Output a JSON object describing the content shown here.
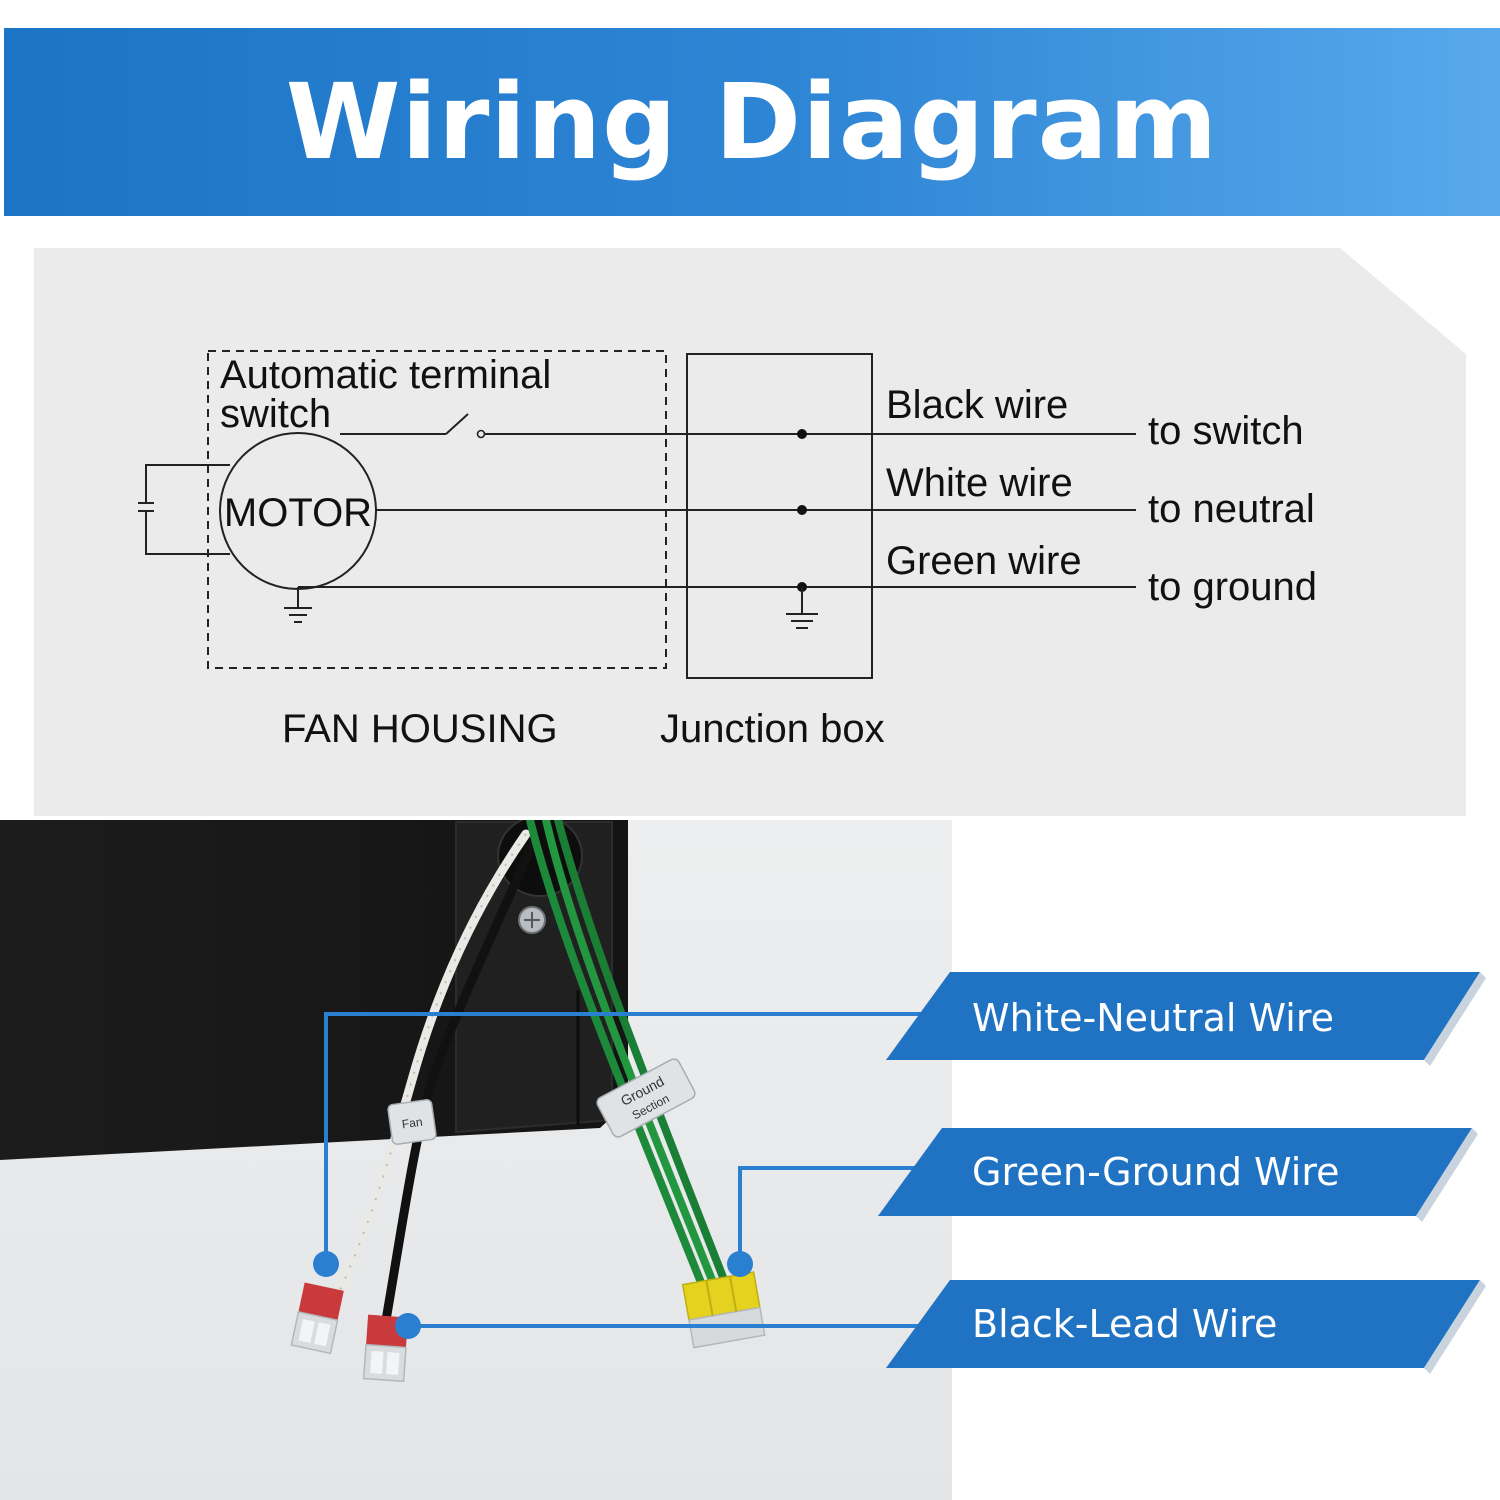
{
  "title": "Wiring Diagram",
  "schematic": {
    "switch_label_line1": "Automatic terminal",
    "switch_label_line2": "switch",
    "motor_label": "MOTOR",
    "fan_housing_label": "FAN HOUSING",
    "junction_box_label": "Junction box",
    "wires": [
      {
        "name": "Black wire",
        "destination": "to switch"
      },
      {
        "name": "White wire",
        "destination": "to neutral"
      },
      {
        "name": "Green wire",
        "destination": "to ground"
      }
    ]
  },
  "photo": {
    "tag_ground_text": "Ground",
    "tag_ground_text2": "Section",
    "tag_fan_text": "Fan",
    "callouts": [
      {
        "label": "White-Neutral Wire"
      },
      {
        "label": "Green-Ground Wire"
      },
      {
        "label": "Black-Lead Wire"
      }
    ]
  },
  "colors": {
    "banner_blue": "#1c74c6",
    "callout_blue": "#1f73c2",
    "leader_blue": "#2a7fd0",
    "panel_gray": "#ebebeb"
  }
}
